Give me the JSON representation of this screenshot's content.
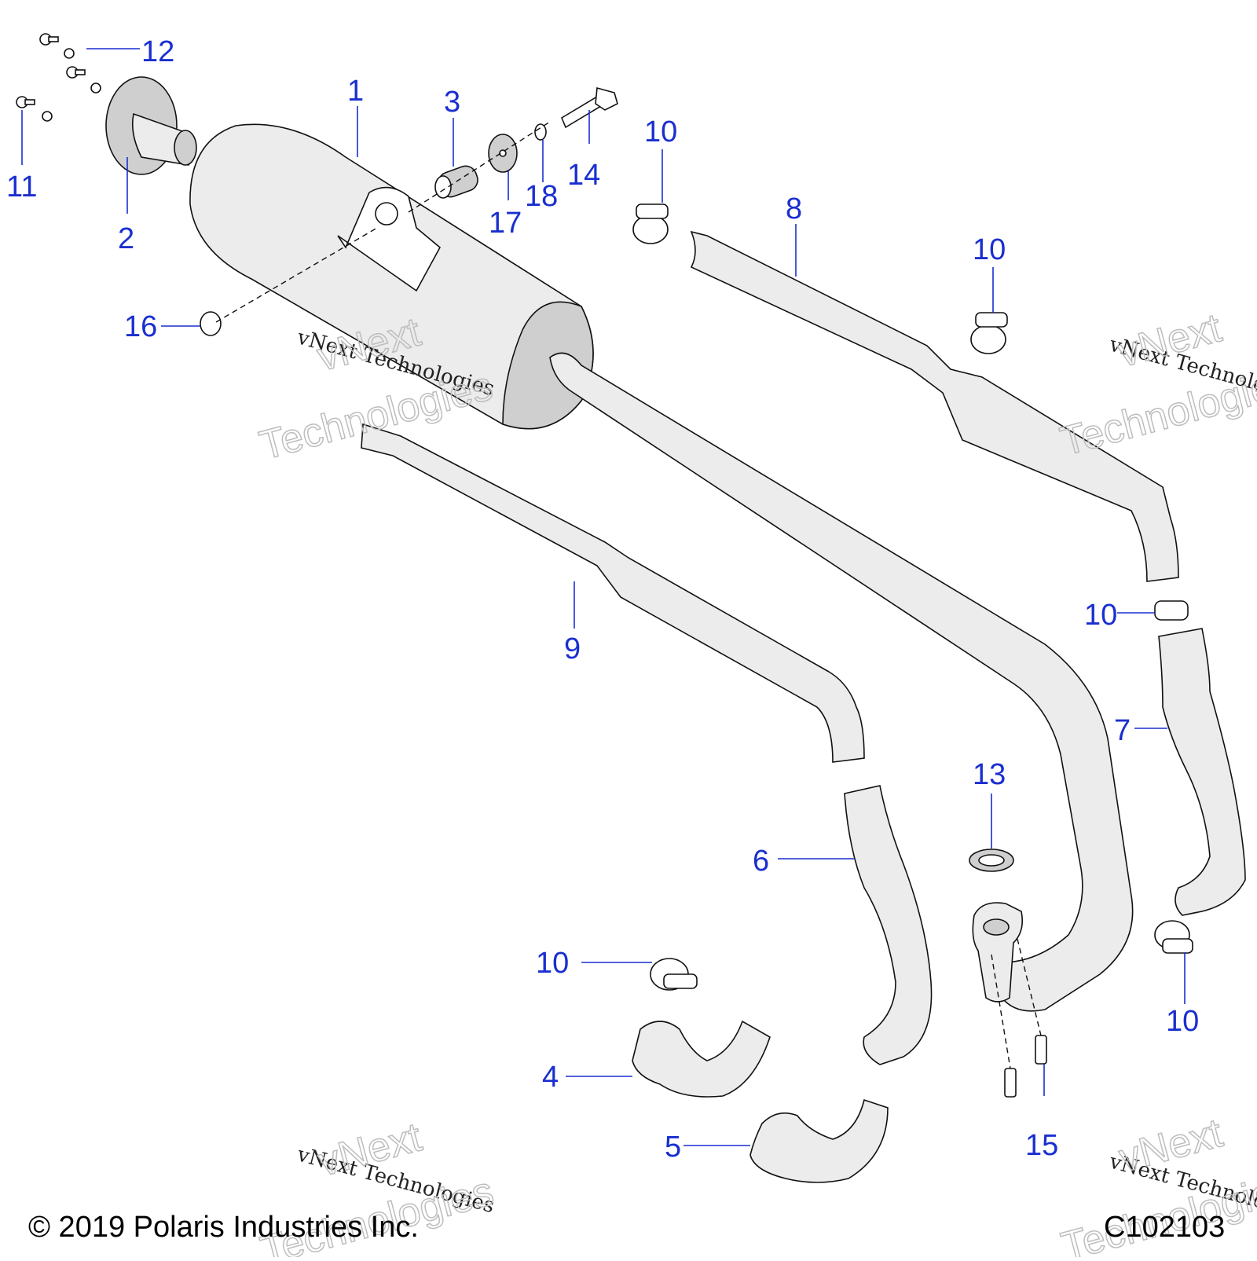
{
  "diagram": {
    "callouts": {
      "c1": "1",
      "c2": "2",
      "c3": "3",
      "c4": "4",
      "c5": "5",
      "c6": "6",
      "c7": "7",
      "c8": "8",
      "c9": "9",
      "c10": "10",
      "c11": "11",
      "c12": "12",
      "c13": "13",
      "c14": "14",
      "c15": "15",
      "c16": "16",
      "c17": "17",
      "c18": "18"
    },
    "watermark": {
      "small": "vNext Technologies",
      "big_line1": "vNext",
      "big_line2": "Technologies"
    },
    "footer": {
      "copyright": "© 2019 Polaris Industries Inc.",
      "figure_code": "C102103"
    }
  }
}
